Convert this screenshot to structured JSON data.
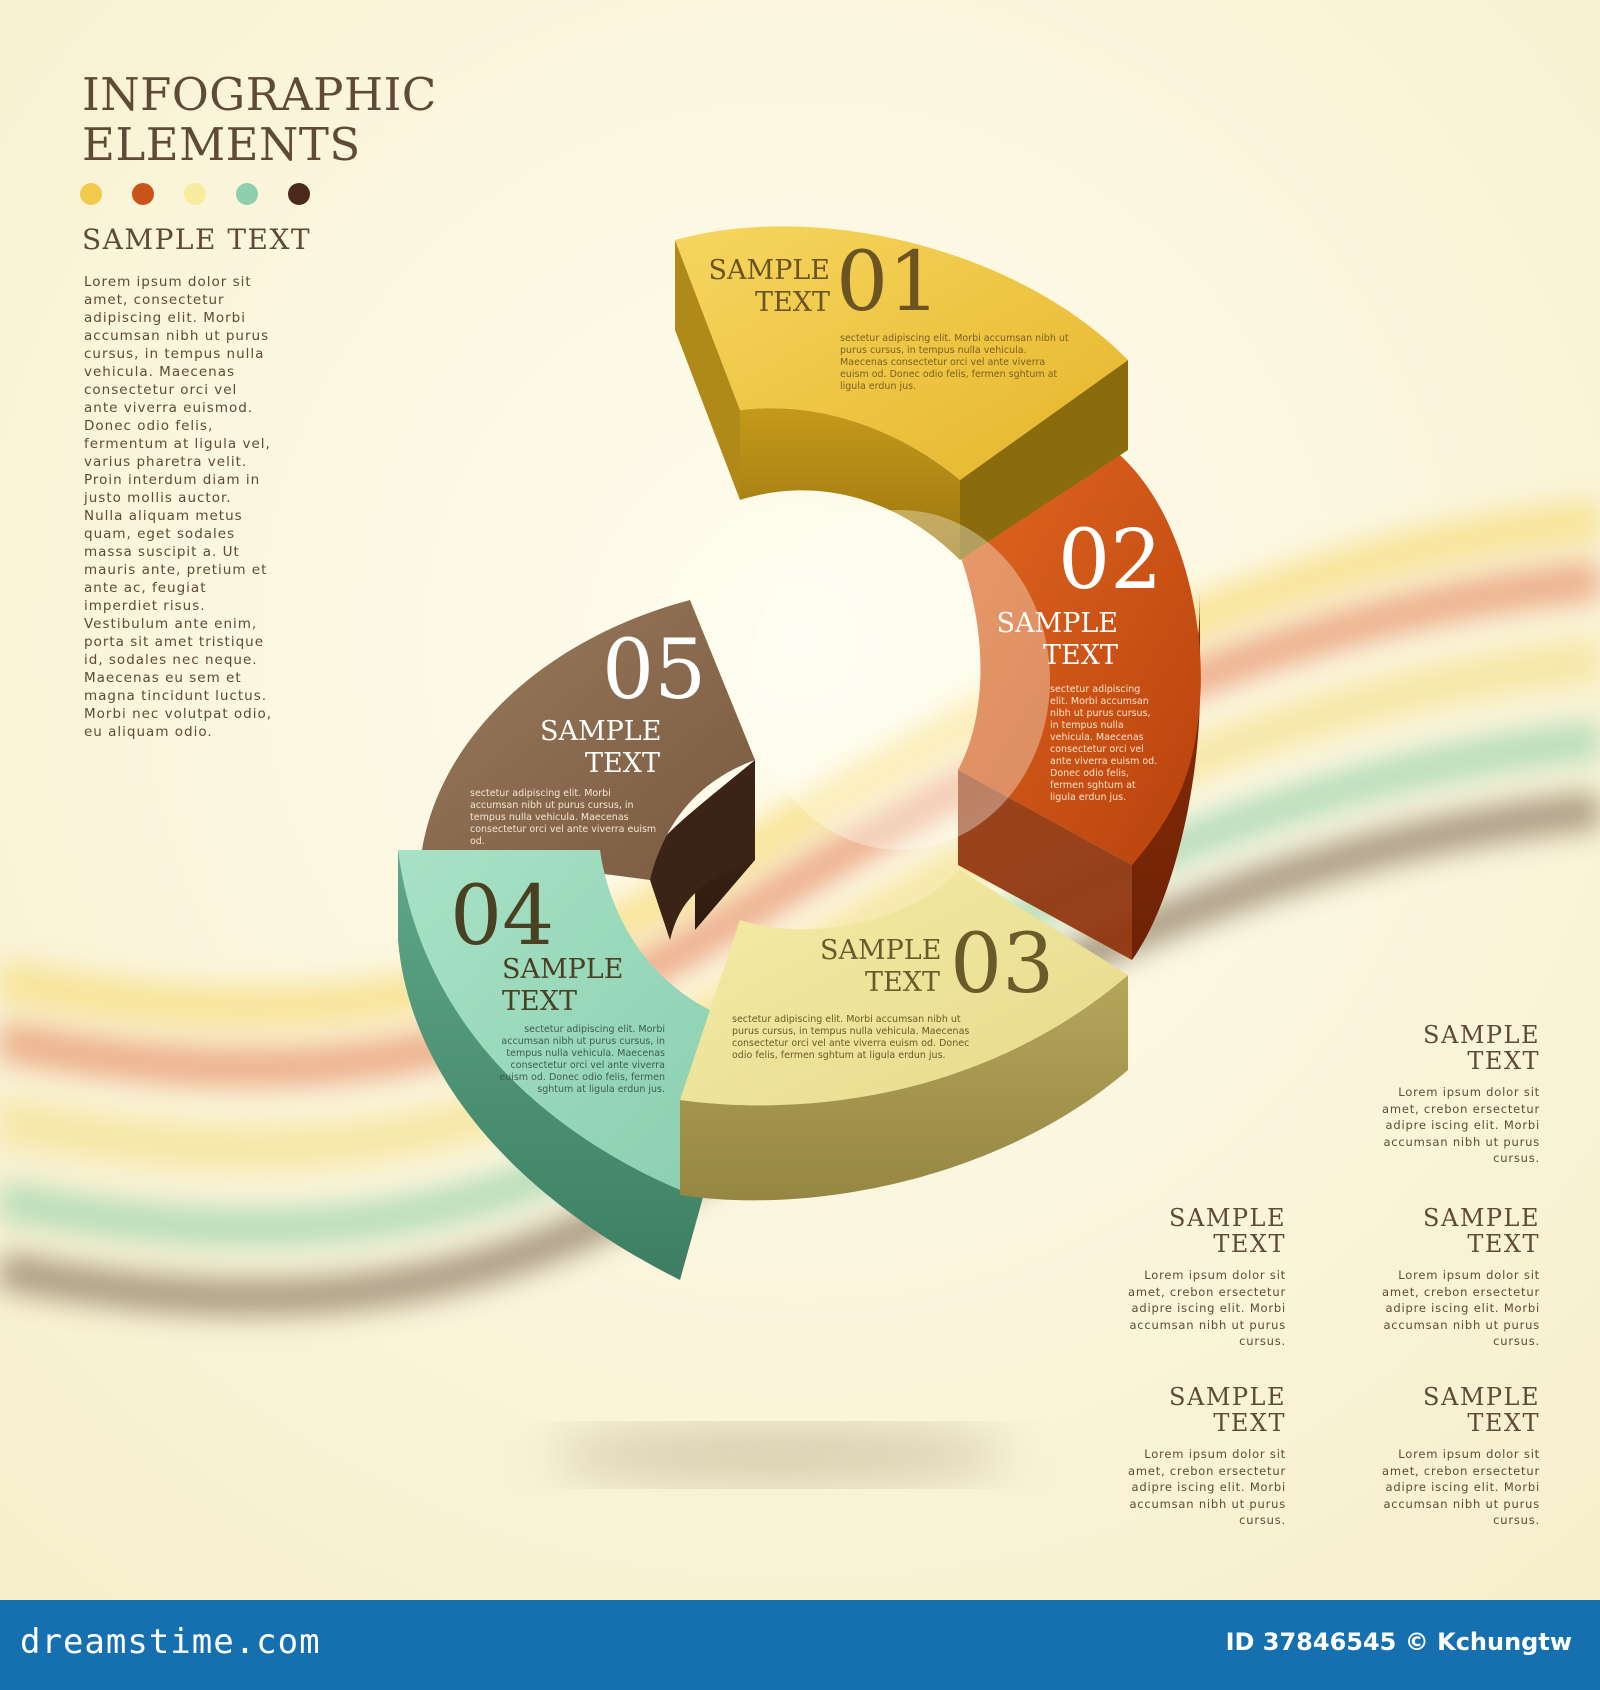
{
  "title": {
    "line1": "INFOGRAPHIC",
    "line2": "ELEMENTS"
  },
  "palette": [
    "#f2cb4c",
    "#c9541a",
    "#f8ec9e",
    "#8fcfb0",
    "#4a2a1a"
  ],
  "left_panel": {
    "heading": "SAMPLE TEXT",
    "body": "Lorem ipsum dolor sit amet, consectetur adipiscing elit. Morbi accumsan nibh ut purus cursus, in tempus nulla vehicula. Maecenas consectetur orci vel ante viverra euismod. Donec odio felis, fermentum at ligula vel, varius pharetra velit. Proin interdum diam in justo mollis auctor. Nulla aliquam metus quam, eget sodales massa suscipit a. Ut mauris ante, pretium et ante ac, feugiat imperdiet risus. Vestibulum ante enim, porta sit amet tristique id, sodales nec neque. Maecenas eu sem et magna tincidunt luctus. Morbi nec volutpat odio, eu aliquam odio."
  },
  "segments": [
    {
      "number": "01",
      "line1": "SAMPLE",
      "line2": "TEXT",
      "body": "sectetur adipiscing elit. Morbi accumsan nibh ut purus cursus, in tempus nulla vehicula. Maecenas consectetur orci vel ante viverra euism od. Donec odio felis, fermen sghtum at ligula erdun jus.",
      "color": "#f2c94a"
    },
    {
      "number": "02",
      "line1": "SAMPLE",
      "line2": "TEXT",
      "body": "sectetur adipiscing elit. Morbi accumsan nibh ut purus cursus, in tempus nulla vehicula. Maecenas consectetur orci vel ante viverra euism od. Donec odio felis, fermen sghtum at ligula erdun jus.",
      "color": "#d4561a"
    },
    {
      "number": "03",
      "line1": "SAMPLE",
      "line2": "TEXT",
      "body": "sectetur adipiscing elit. Morbi accumsan nibh ut purus cursus, in tempus nulla vehicula. Maecenas consectetur orci vel ante viverra euism od. Donec odio felis, fermen sghtum at ligula erdun jus.",
      "color": "#efe6a0"
    },
    {
      "number": "04",
      "line1": "SAMPLE",
      "line2": "TEXT",
      "body": "sectetur adipiscing elit. Morbi accumsan nibh ut purus cursus, in tempus nulla vehicula. Maecenas consectetur orci vel ante viverra euism od. Donec odio felis, fermen sghtum at ligula erdun jus.",
      "color": "#9fdcc0"
    },
    {
      "number": "05",
      "line1": "SAMPLE",
      "line2": "TEXT",
      "body": "sectetur adipiscing elit. Morbi accumsan nibh ut purus cursus, in tempus nulla vehicula. Maecenas consectetur orci vel ante viverra euism od.",
      "color": "#8a6a4e"
    }
  ],
  "side_blocks": [
    {
      "line1": "SAMPLE",
      "line2": "TEXT",
      "body": "Lorem ipsum dolor sit amet, crebon ersectetur adipre iscing elit. Morbi accumsan nibh ut purus cursus."
    },
    {
      "line1": "SAMPLE",
      "line2": "TEXT",
      "body": "Lorem ipsum dolor sit amet, crebon ersectetur adipre iscing elit. Morbi accumsan nibh ut purus cursus."
    },
    {
      "line1": "SAMPLE",
      "line2": "TEXT",
      "body": "Lorem ipsum dolor sit amet, crebon ersectetur adipre iscing elit. Morbi accumsan nibh ut purus cursus."
    },
    {
      "line1": "SAMPLE",
      "line2": "TEXT",
      "body": "Lorem ipsum dolor sit amet, crebon ersectetur adipre iscing elit. Morbi accumsan nibh ut purus cursus."
    },
    {
      "line1": "SAMPLE",
      "line2": "TEXT",
      "body": "Lorem ipsum dolor sit amet, crebon ersectetur adipre iscing elit. Morbi accumsan nibh ut purus cursus."
    }
  ],
  "footer": {
    "brand": "dreamstime.com",
    "id_text": "ID 37846545 © Kchungtw"
  }
}
